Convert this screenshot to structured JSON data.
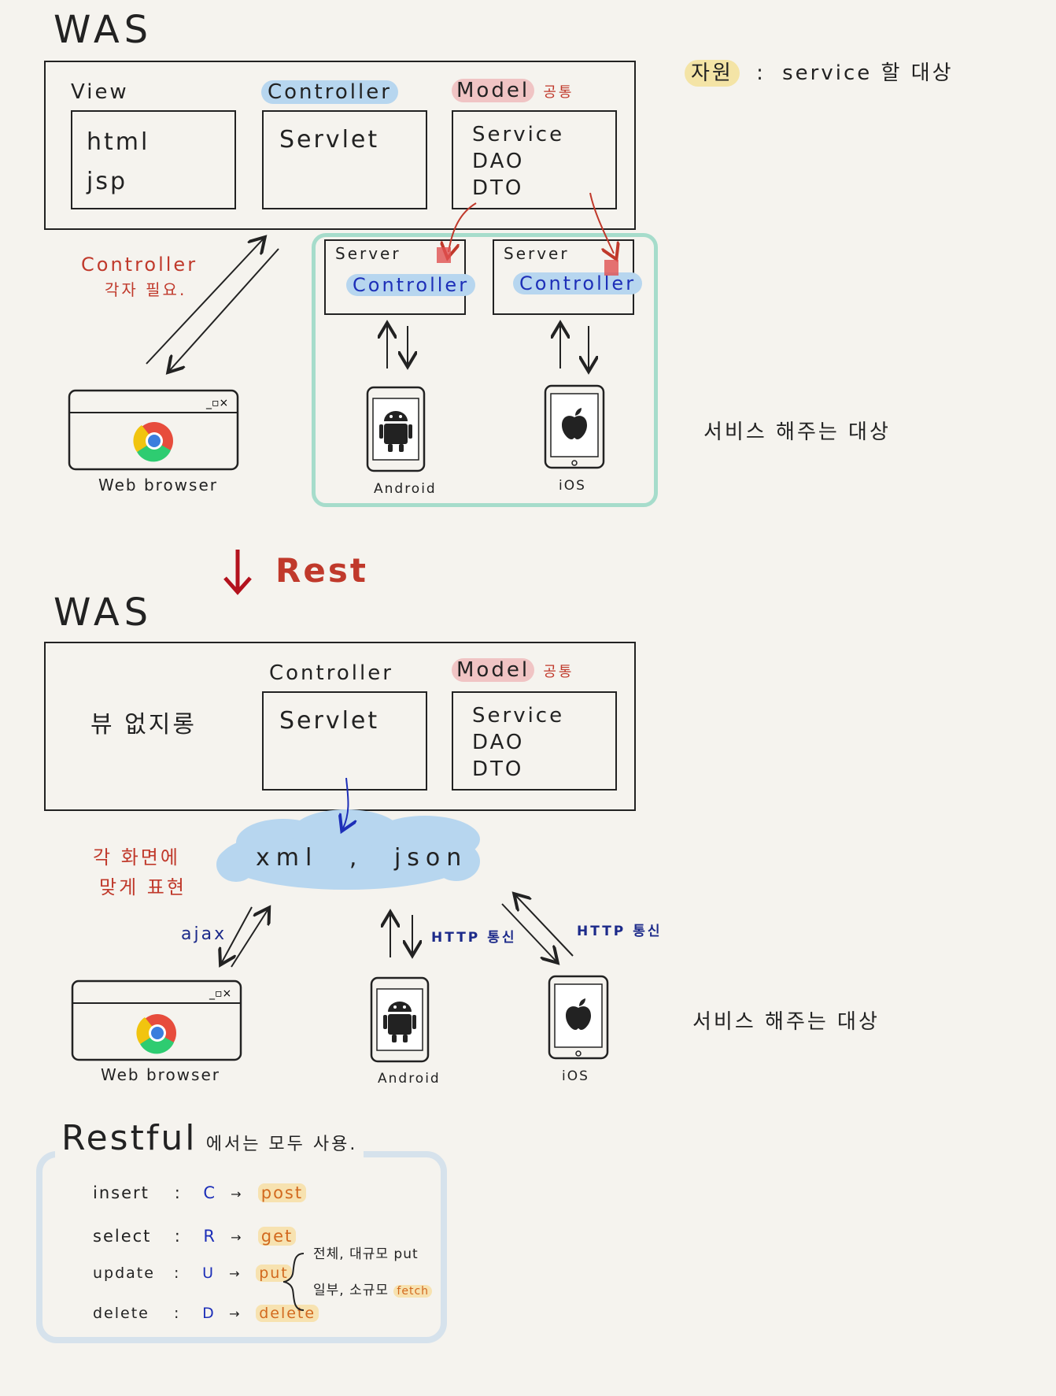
{
  "top": {
    "title": "WAS",
    "view": {
      "label": "View",
      "content": "html\njsp"
    },
    "controller": {
      "label": "Controller",
      "content": "Servlet"
    },
    "model": {
      "label": "Model",
      "note": "공통",
      "content": "Service\nDAO\nDTO"
    },
    "legend": {
      "term": "자원",
      "sep": ":",
      "desc": "service 할 대상"
    },
    "servers": [
      {
        "title": "Server",
        "controller": "Controller"
      },
      {
        "title": "Server",
        "controller": "Controller"
      }
    ],
    "controller_note": {
      "line1": "Controller",
      "line2": "각자 필요."
    },
    "browser_label": "Web browser",
    "android_label": "Android",
    "ios_label": "iOS",
    "service_target": "서비스 해주는 대상"
  },
  "middle": {
    "arrow_label": "Rest"
  },
  "bottom": {
    "title": "WAS",
    "no_view": "뷰 없지롱",
    "controller": {
      "label": "Controller",
      "content": "Servlet"
    },
    "model": {
      "label": "Model",
      "note": "공통",
      "content": "Service\nDAO\nDTO"
    },
    "cloud": {
      "left": "xml",
      "sep": ",",
      "right": "json"
    },
    "screen_note": {
      "line1": "각 화면에",
      "line2": "맞게 표현"
    },
    "ajax": "ajax",
    "http1": "HTTP 통신",
    "http2": "HTTP 통신",
    "browser_label": "Web browser",
    "android_label": "Android",
    "ios_label": "iOS",
    "service_target": "서비스 해주는 대상"
  },
  "restful": {
    "title": "Restful",
    "title_suffix": "에서는 모두 사용.",
    "rows": [
      {
        "op": "insert",
        "sep": ":",
        "letter": "C",
        "arrow": "→",
        "method": "post"
      },
      {
        "op": "select",
        "sep": ":",
        "letter": "R",
        "arrow": "→",
        "method": "get"
      },
      {
        "op": "update",
        "sep": ":",
        "letter": "U",
        "arrow": "→",
        "method": "put"
      },
      {
        "op": "delete",
        "sep": ":",
        "letter": "D",
        "arrow": "→",
        "method": "delete"
      }
    ],
    "brace_notes": [
      {
        "text": "전체, 대규모",
        "method": "put"
      },
      {
        "text": "일부, 소규모",
        "method": "fetch"
      }
    ]
  },
  "colors": {
    "accent_red": "#c0392b",
    "accent_blue": "#1d2fb8",
    "teal": "#a6dccb",
    "cloud": "#b7d6ef",
    "restful_box": "#d6e2ec"
  }
}
